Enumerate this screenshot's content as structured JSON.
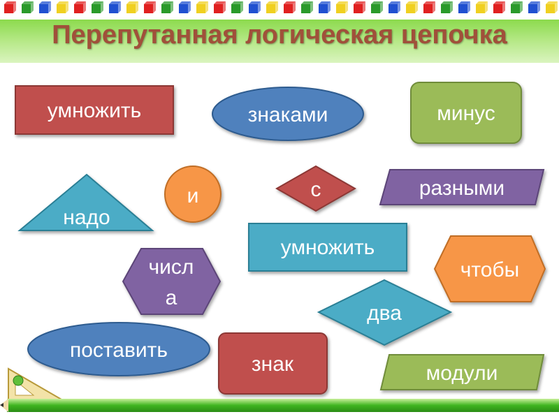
{
  "slide": {
    "title": "Перепутанная логическая цепочка"
  },
  "shapes": [
    {
      "name": "word-umnozhit-rect",
      "text": "умножить",
      "shape": "rect",
      "color": "#c0504d"
    },
    {
      "name": "word-znakami-ellipse",
      "text": "знаками",
      "shape": "ellipse",
      "color": "#4f81bd"
    },
    {
      "name": "word-minus-rounded",
      "text": "минус",
      "shape": "rounded-rect",
      "color": "#9bbb59"
    },
    {
      "name": "word-nado-triangle",
      "text": "надо",
      "shape": "triangle",
      "color": "#4bacc6"
    },
    {
      "name": "word-i-circle",
      "text": "и",
      "shape": "circle",
      "color": "#f79646"
    },
    {
      "name": "word-s-diamond",
      "text": "с",
      "shape": "diamond",
      "color": "#c0504d"
    },
    {
      "name": "word-raznymi-parallelogram",
      "text": "разными",
      "shape": "parallelogram",
      "color": "#8064a2"
    },
    {
      "name": "word-umnozhit-rect-2",
      "text": "умножить",
      "shape": "rect",
      "color": "#4bacc6"
    },
    {
      "name": "word-chisla-hexagon",
      "text": "числа",
      "shape": "hexagon",
      "color": "#8064a2"
    },
    {
      "name": "word-chtoby-hexagon",
      "text": "чтобы",
      "shape": "hexagon",
      "color": "#f79646"
    },
    {
      "name": "word-dva-diamond",
      "text": "два",
      "shape": "diamond",
      "color": "#4bacc6"
    },
    {
      "name": "word-postavit-ellipse",
      "text": "поставить",
      "shape": "ellipse",
      "color": "#4f81bd"
    },
    {
      "name": "word-znak-rounded",
      "text": "знак",
      "shape": "rounded-rect",
      "color": "#c0504d"
    },
    {
      "name": "word-moduli-parallelogram",
      "text": "модули",
      "shape": "parallelogram",
      "color": "#9bbb59"
    }
  ],
  "decor": {
    "cube_colors": [
      "#e02020",
      "#2a9a2a",
      "#2050d0",
      "#f0d020"
    ],
    "band_color": "#8fd44a",
    "bottom_stripe_color": "#3fb520"
  }
}
